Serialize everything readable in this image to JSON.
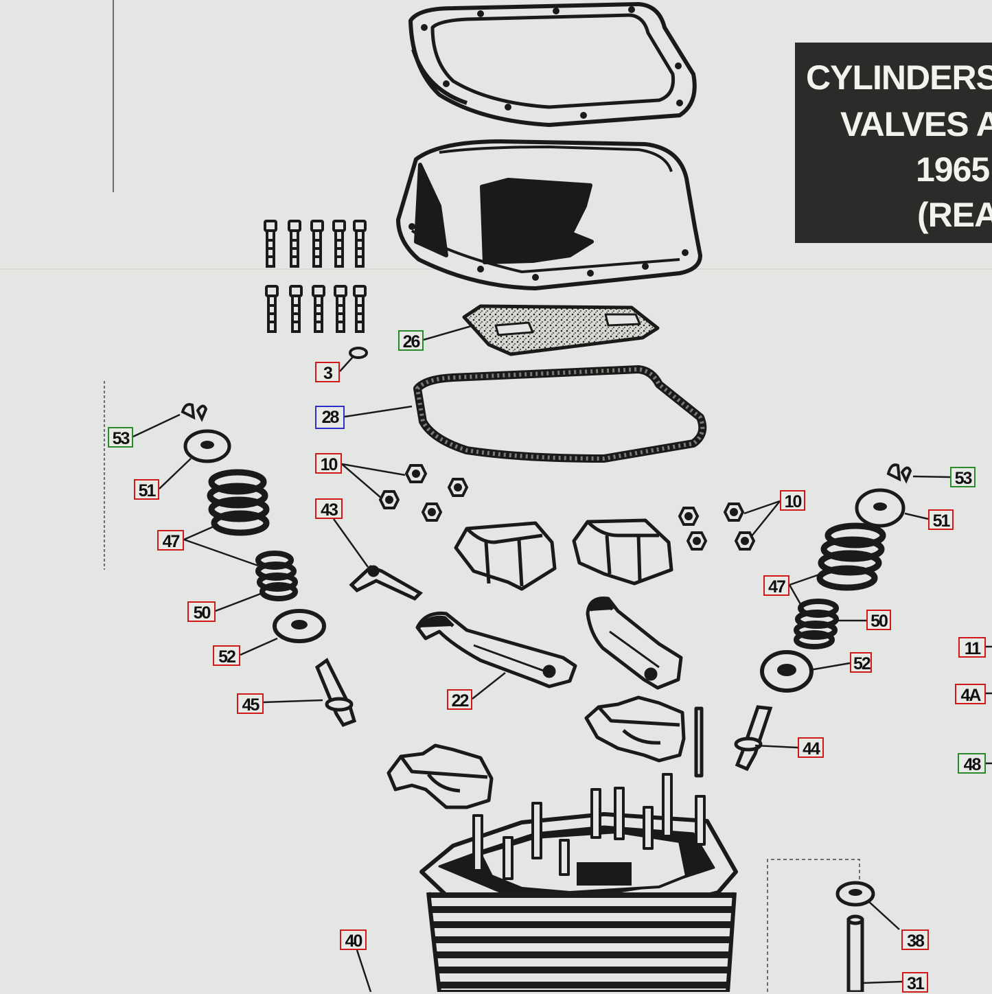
{
  "title": {
    "line1": "CYLINDERS",
    "line2": "VALVES A",
    "line3": "1965",
    "line4": "(REA"
  },
  "colors": {
    "paper": "#e4e6e3",
    "ink": "#1a1a1a",
    "title_bg": "#2b2b29",
    "callout_red": "#d01818",
    "callout_green": "#2a8a2a",
    "callout_blue": "#2830c8"
  },
  "callouts": [
    {
      "id": "c26",
      "label": "26",
      "color": "green"
    },
    {
      "id": "c3",
      "label": "3",
      "color": "red"
    },
    {
      "id": "c28",
      "label": "28",
      "color": "blue"
    },
    {
      "id": "c53l",
      "label": "53",
      "color": "green"
    },
    {
      "id": "c51l",
      "label": "51",
      "color": "red"
    },
    {
      "id": "c10l",
      "label": "10",
      "color": "red"
    },
    {
      "id": "c43",
      "label": "43",
      "color": "red"
    },
    {
      "id": "c47l",
      "label": "47",
      "color": "red"
    },
    {
      "id": "c50l",
      "label": "50",
      "color": "red"
    },
    {
      "id": "c52l",
      "label": "52",
      "color": "red"
    },
    {
      "id": "c45",
      "label": "45",
      "color": "red"
    },
    {
      "id": "c22",
      "label": "22",
      "color": "red"
    },
    {
      "id": "c10r",
      "label": "10",
      "color": "red"
    },
    {
      "id": "c53r",
      "label": "53",
      "color": "green"
    },
    {
      "id": "c51r",
      "label": "51",
      "color": "red"
    },
    {
      "id": "c47r",
      "label": "47",
      "color": "red"
    },
    {
      "id": "c50r",
      "label": "50",
      "color": "red"
    },
    {
      "id": "c52r",
      "label": "52",
      "color": "red"
    },
    {
      "id": "c44",
      "label": "44",
      "color": "red"
    },
    {
      "id": "c11",
      "label": "11",
      "color": "red"
    },
    {
      "id": "c4a",
      "label": "4A",
      "color": "red"
    },
    {
      "id": "c48",
      "label": "48",
      "color": "green"
    },
    {
      "id": "c40",
      "label": "40",
      "color": "red"
    },
    {
      "id": "c38",
      "label": "38",
      "color": "red"
    },
    {
      "id": "c31",
      "label": "31",
      "color": "red"
    }
  ]
}
